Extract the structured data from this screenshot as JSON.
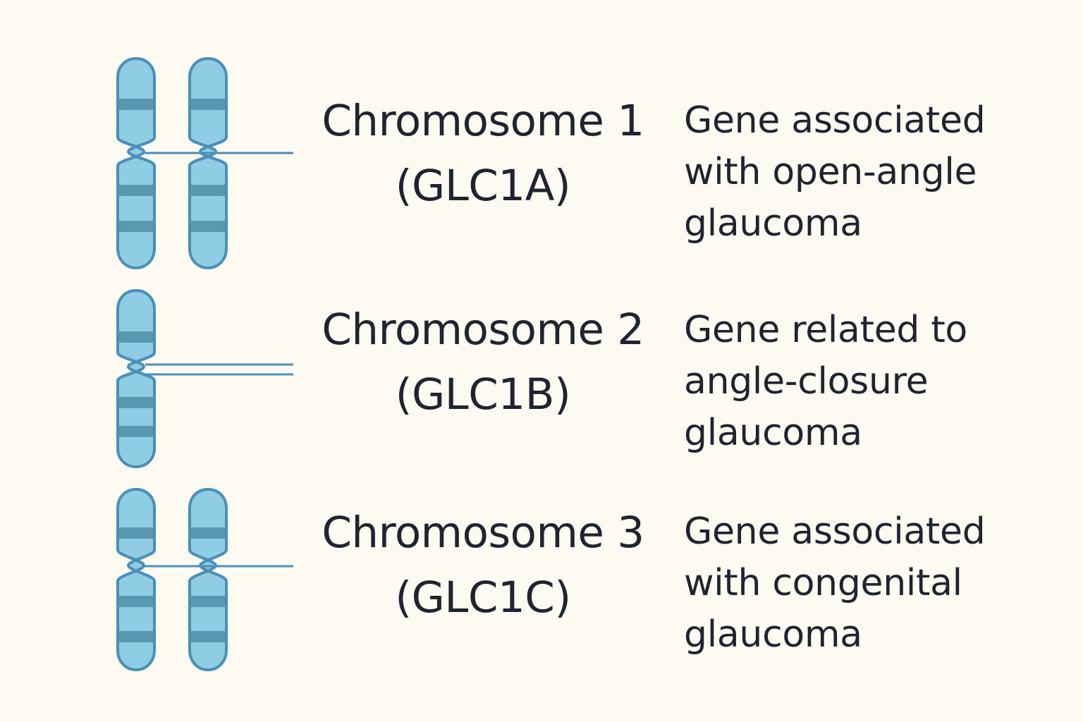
{
  "rows": [
    {
      "chromosome": "Chromosome 1",
      "gene": "(GLC1A)",
      "description": [
        "Gene associated",
        "with open-angle",
        "glaucoma"
      ]
    },
    {
      "chromosome": "Chromosome 2",
      "gene": "(GLC1B)",
      "description": [
        "Gene related to",
        "angle-closure",
        "glaucoma"
      ]
    },
    {
      "chromosome": "Chromosome 3",
      "gene": "(GLC1C)",
      "description": [
        "Gene associated",
        "with congenital",
        "glaucoma"
      ]
    }
  ],
  "colors": {
    "background": "#fdfaf2",
    "chromosome_fill": "#8ecde3",
    "chromosome_outline": "#4a8fb8",
    "band": "#5a98b2",
    "connector_line": "#4a8fb8",
    "text": "#1f2430"
  }
}
